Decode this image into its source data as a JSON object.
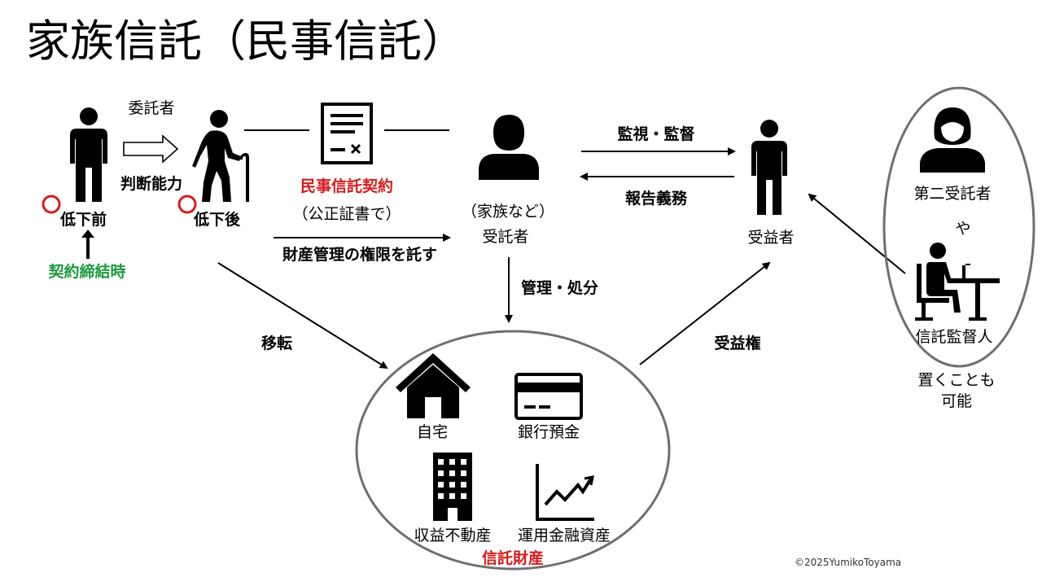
{
  "title": "家族信託（民事信託）",
  "settlor": {
    "role": "委託者",
    "capacity": "判断能力",
    "before": "低下前",
    "after": "低下後",
    "contract_timing": "契約締結時"
  },
  "contract": {
    "name": "民事信託契約",
    "note": "（公正証書で）",
    "entrust": "財産管理の権限を託す"
  },
  "trustee": {
    "note": "（家族など）",
    "role": "受託者",
    "manage": "管理・処分"
  },
  "beneficiary": {
    "role": "受益者",
    "monitor": "監視・監督",
    "report": "報告義務",
    "right": "受益権"
  },
  "transfer": "移転",
  "property": {
    "label": "信託財産",
    "items": [
      "自宅",
      "銀行預金",
      "収益不動産",
      "運用金融資産"
    ]
  },
  "optional": {
    "second_trustee": "第二受託者",
    "or": "や",
    "supervisor": "信託監督人",
    "note_line1": "置くことも",
    "note_line2": "可能"
  },
  "copyright": "©2025YumikoToyama",
  "colors": {
    "accent_red": "#d81b1b",
    "accent_green": "#1a9a3c",
    "icon": "#000000",
    "ellipse": "#6f6f6f"
  }
}
